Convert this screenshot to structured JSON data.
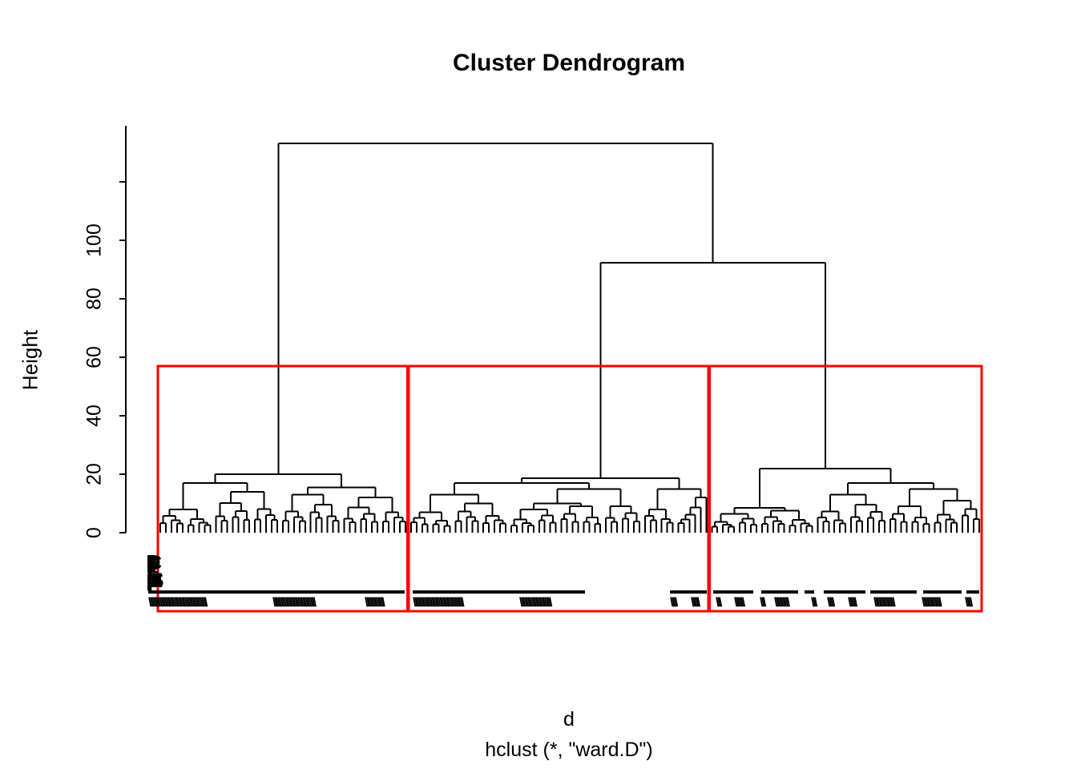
{
  "title": "Cluster Dendrogram",
  "x_axis": {
    "label": "d",
    "sub": "hclust (*, \"ward.D\")"
  },
  "y_axis": {
    "label": "Height",
    "ticks": [
      0,
      20,
      40,
      60,
      80,
      100
    ],
    "unlabeled_ticks": [
      120
    ]
  },
  "colors": {
    "line": "#000000",
    "box": "#FF0000",
    "text": "#000000",
    "background": "#FFFFFF"
  },
  "chart_data": {
    "type": "dendrogram",
    "title": "Cluster Dendrogram",
    "xlabel": "d",
    "sub_caption": "hclust (*, \"ward.D\")",
    "ylabel": "Height",
    "ylim": [
      0,
      139
    ],
    "method": "ward.D",
    "n_leaves": 148,
    "cut_clusters": 3,
    "cut_box_height": 57,
    "root_merge_height": 133.2,
    "second_merge_height": 92.3,
    "cluster_top_heights": [
      20,
      18.6,
      21.9
    ],
    "leaf_labels_legible": false,
    "tree": {
      "h": 133.2,
      "children": [
        {
          "box": true,
          "h": 20,
          "children": [
            {
              "h": 17,
              "children": [
                {
                  "n": 10,
                  "h": 8
                },
                {
                  "n": 12,
                  "h": 14
                }
              ]
            },
            {
              "h": 15.5,
              "children": [
                {
                  "n": 11,
                  "h": 13
                },
                {
                  "n": 12,
                  "h": 12
                }
              ]
            }
          ]
        },
        {
          "h": 92.3,
          "children": [
            {
              "box": true,
              "h": 18.6,
              "children": [
                {
                  "h": 17,
                  "children": [
                    {
                      "h": 13,
                      "children": [
                        {
                          "n": 8,
                          "h": 7
                        },
                        {
                          "n": 10,
                          "h": 10
                        }
                      ]
                    },
                    {
                      "h": 15,
                      "children": [
                        {
                          "h": 10,
                          "children": [
                            {
                              "n": 9,
                              "h": 8
                            },
                            {
                              "n": 8,
                              "h": 9
                            }
                          ]
                        },
                        {
                          "n": 7,
                          "h": 9
                        }
                      ]
                    }
                  ]
                },
                {
                  "h": 15,
                  "children": [
                    {
                      "n": 6,
                      "h": 8
                    },
                    {
                      "n": 6,
                      "h": 12,
                      "style": "comb"
                    }
                  ]
                }
              ]
            },
            {
              "box": true,
              "h": 21.9,
              "children": [
                {
                  "h": 8.5,
                  "children": [
                    {
                      "n": 9,
                      "h": 6.5
                    },
                    {
                      "n": 10,
                      "h": 7.5
                    }
                  ]
                },
                {
                  "h": 17,
                  "children": [
                    {
                      "n": 13,
                      "h": 13
                    },
                    {
                      "h": 15,
                      "children": [
                        {
                          "n": 8,
                          "h": 9
                        },
                        {
                          "n": 9,
                          "h": 11
                        }
                      ]
                    }
                  ]
                }
              ]
            }
          ]
        }
      ]
    },
    "label_smear": {
      "row1_pattern": "C)8SQ0|J(F03GPNC8J0BG4S(1I3O8S|K4D0QD3C()8OC1XSQ0D8G(",
      "row2_pattern": "L0DZ8S.S1|K(0III)S8(CJ)0CK403QD1I9G(8SD0C)|8S1X(QS0D(",
      "hatch_char": "\\",
      "hatch_segments": [
        [
          185,
          332
        ],
        [
          340,
          445
        ],
        [
          455,
          502
        ],
        [
          515,
          640
        ],
        [
          648,
          728
        ],
        [
          836,
          852
        ],
        [
          862,
          880
        ],
        [
          893,
          902
        ],
        [
          916,
          938
        ],
        [
          948,
          958
        ],
        [
          966,
          1000
        ],
        [
          1012,
          1022
        ],
        [
          1032,
          1048
        ],
        [
          1058,
          1078
        ],
        [
          1090,
          1140
        ],
        [
          1150,
          1196
        ],
        [
          1204,
          1220
        ]
      ],
      "bar_segments": [
        [
          185,
          505
        ],
        [
          515,
          730
        ],
        [
          836,
          882
        ],
        [
          890,
          940
        ],
        [
          950,
          996
        ],
        [
          1004,
          1016
        ],
        [
          1028,
          1080
        ],
        [
          1086,
          1144
        ],
        [
          1152,
          1200
        ],
        [
          1206,
          1222
        ]
      ]
    }
  }
}
